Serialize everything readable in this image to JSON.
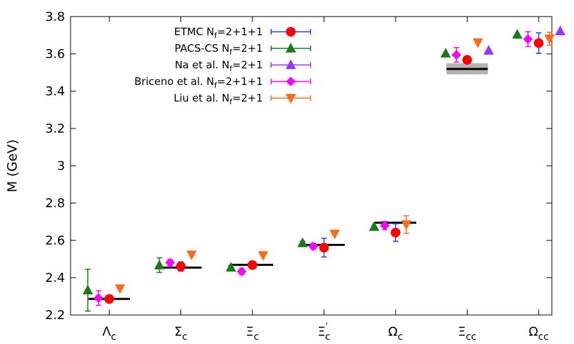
{
  "chart_data": {
    "type": "scatter",
    "title": "",
    "xlabel": "",
    "ylabel": "M (GeV)",
    "ylim": [
      2.2,
      3.8
    ],
    "yticks": [
      "2.2",
      "2.4",
      "2.6",
      "2.8",
      "3",
      "3.2",
      "3.4",
      "3.6",
      "3.8"
    ],
    "grid": false,
    "legend_position": "top-center",
    "categories": [
      {
        "base": "Λ",
        "sub": "c",
        "sup": ""
      },
      {
        "base": "Σ",
        "sub": "c",
        "sup": ""
      },
      {
        "base": "Ξ",
        "sub": "c",
        "sup": ""
      },
      {
        "base": "Ξ",
        "sub": "c",
        "sup": "'"
      },
      {
        "base": "Ω",
        "sub": "c",
        "sup": ""
      },
      {
        "base": "Ξ",
        "sub": "cc",
        "sup": ""
      },
      {
        "base": "Ω",
        "sub": "cc",
        "sup": ""
      }
    ],
    "experiment": [
      {
        "value": 2.286,
        "band": null
      },
      {
        "value": 2.454,
        "band": null
      },
      {
        "value": 2.469,
        "band": null
      },
      {
        "value": 2.576,
        "band": null
      },
      {
        "value": 2.695,
        "band": null
      },
      {
        "value": 3.519,
        "band": [
          3.49,
          3.55
        ]
      },
      {
        "value": null,
        "band": null
      }
    ],
    "series": [
      {
        "name": "PACS-CS",
        "legend_prefix": "PACS-CS N",
        "legend_sub": "f",
        "legend_suffix": "=2+1",
        "marker": "triangle-up",
        "color": "#1a7a1a",
        "offset": -0.3,
        "values": [
          2.333,
          2.467,
          2.455,
          2.586,
          2.673,
          3.603,
          3.704
        ],
        "errors": [
          0.112,
          0.039,
          0.011,
          0.01,
          0.005,
          0.005,
          0.005
        ]
      },
      {
        "name": "Briceno et al.",
        "legend_prefix": "Briceno et al. N",
        "legend_sub": "f",
        "legend_suffix": "=2+1+1",
        "marker": "diamond",
        "color": "#ff00ff",
        "offset": -0.15,
        "values": [
          2.291,
          2.481,
          2.433,
          2.568,
          2.679,
          3.595,
          3.679
        ],
        "errors": [
          0.039,
          0.016,
          0.017,
          0.016,
          0.022,
          0.039,
          0.04
        ]
      },
      {
        "name": "ETMC",
        "legend_prefix": "ETMC N",
        "legend_sub": "f",
        "legend_suffix": "=2+1+1",
        "marker": "circle",
        "color": "#ff0000",
        "errbar_color": "#1a3cff",
        "offset": 0.0,
        "values": [
          2.286,
          2.46,
          2.468,
          2.561,
          2.642,
          3.568,
          3.658
        ],
        "errors": [
          0.017,
          0.025,
          0.02,
          0.05,
          0.047,
          0.017,
          0.055
        ]
      },
      {
        "name": "Liu et al.",
        "legend_prefix": "Liu et al. N",
        "legend_sub": "f",
        "legend_suffix": "=2+1",
        "marker": "triangle-down",
        "color": "#ff6a1a",
        "offset": 0.15,
        "values": [
          2.342,
          2.523,
          2.52,
          2.635,
          2.685,
          3.661,
          3.681
        ],
        "errors": [
          0.005,
          0.005,
          0.005,
          0.005,
          0.047,
          0.005,
          0.035
        ]
      },
      {
        "name": "Na et al.",
        "legend_prefix": "Na et al. N",
        "legend_sub": "f",
        "legend_suffix": "=2+1",
        "marker": "triangle-up",
        "color": "#9933ff",
        "offset": 0.3,
        "values": [
          null,
          null,
          null,
          null,
          null,
          3.618,
          3.722
        ],
        "errors": [
          null,
          null,
          null,
          null,
          null,
          0.005,
          0.005
        ]
      }
    ],
    "legend_order": [
      "ETMC",
      "PACS-CS",
      "Na et al.",
      "Briceno et al.",
      "Liu et al."
    ]
  }
}
